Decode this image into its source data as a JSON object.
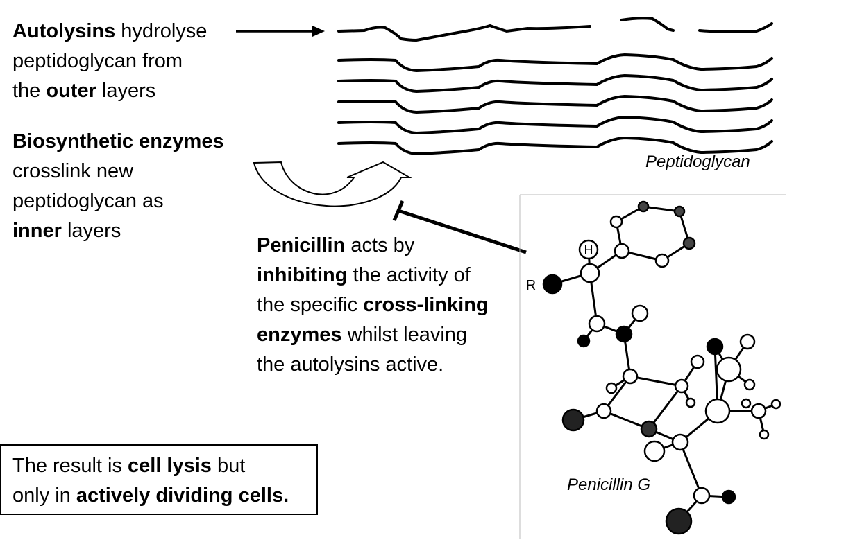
{
  "autolysins": {
    "b1": "Autolysins",
    "t1": " hydrolyse",
    "t2": "peptidoglycan from",
    "t3": "the ",
    "b2": "outer",
    "t4": " layers"
  },
  "biosynthetic": {
    "b1": "Biosynthetic enzymes",
    "t1": "crosslink new",
    "t2": "peptidoglycan as",
    "b2": "inner",
    "t3": " layers"
  },
  "penicillin_text": {
    "b1": "Penicillin",
    "t1": " acts by",
    "b2": "inhibiting",
    "t2": " the activity of",
    "t3": "the specific ",
    "b3": "cross-linking",
    "b4": "enzymes",
    "t4": " whilst leaving",
    "t5": "the autolysins active."
  },
  "result": {
    "t1": "The result is ",
    "b1": "cell lysis",
    "t2": " but",
    "t3": "only in ",
    "b2": "actively dividing cells."
  },
  "labels": {
    "peptidoglycan": "Peptidoglycan",
    "penicillin_g": "Penicillin G",
    "atom_r": "R",
    "atom_h": "H"
  }
}
